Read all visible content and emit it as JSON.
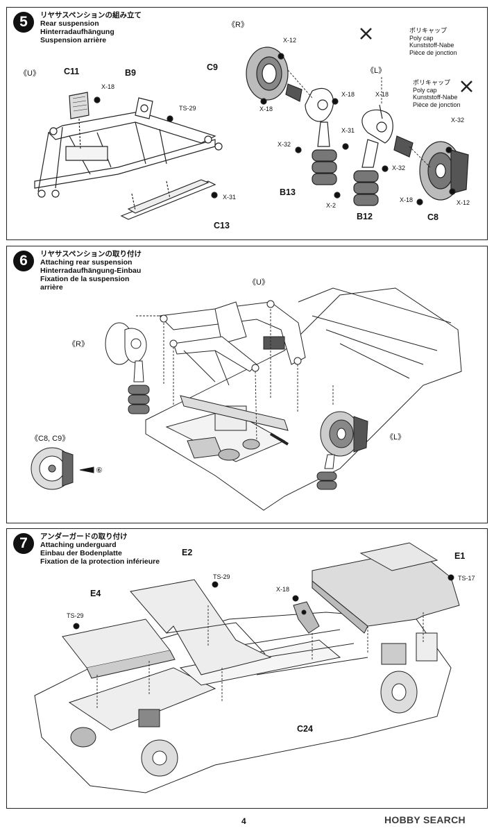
{
  "page_number": "4",
  "watermark": "HOBBY SEARCH",
  "steps": [
    {
      "number": "5",
      "title_ja": "リヤサスペンションの組み立て",
      "title_en": "Rear suspension",
      "title_de": "Hinterradaufhängung",
      "title_fr": "Suspension arrière",
      "view_labels": {
        "U": "《U》",
        "R": "《R》",
        "L": "《L》"
      },
      "part_labels": {
        "c11": "C11",
        "b9": "B9",
        "c13": "C13",
        "c9": "C9",
        "b13": "B13",
        "b12": "B12",
        "c8": "C8"
      },
      "screw_labels": {
        "x18": "X-18",
        "x12": "X-12",
        "x31": "X-31",
        "x32": "X-32",
        "x2": "X-2",
        "ts29": "TS-29"
      },
      "poly_cap": {
        "ja": "ポリキャップ",
        "en": "Poly cap",
        "de": "Kunststoff-Nabe",
        "fr": "Pièce de jonction"
      }
    },
    {
      "number": "6",
      "title_ja": "リヤサスペンションの取り付け",
      "title_en": "Attaching rear suspension",
      "title_de": "Hinterradaufhängung-Einbau",
      "title_fr": "Fixation de la suspension",
      "title_fr2": "arrière",
      "view_labels": {
        "U": "《U》",
        "R": "《R》",
        "L": "《L》",
        "C8C9": "《C8, C9》"
      },
      "ref_step": "⑥"
    },
    {
      "number": "7",
      "title_ja": "アンダーガードの取り付け",
      "title_en": "Attaching underguard",
      "title_de": "Einbau der Bodenplatte",
      "title_fr": "Fixation de la protection inférieure",
      "part_labels": {
        "e1": "E1",
        "e2": "E2",
        "e4": "E4",
        "c24": "C24"
      },
      "screw_labels": {
        "ts29": "TS-29",
        "ts17": "TS-17",
        "x18": "X-18"
      }
    }
  ]
}
